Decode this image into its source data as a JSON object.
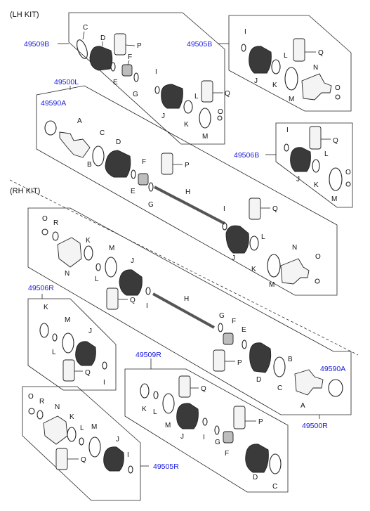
{
  "kits": {
    "lh": "(LH KIT)",
    "rh": "(RH KIT)"
  },
  "part_numbers": {
    "lh_49509B": "49509B",
    "lh_49505B": "49505B",
    "lh_49500L": "49500L",
    "lh_49590A": "49590A",
    "lh_49506B": "49506B",
    "rh_49506R": "49506R",
    "rh_49509R": "49509R",
    "rh_49590A": "49590A",
    "rh_49500R": "49500R",
    "rh_49505R": "49505R"
  },
  "letters": [
    "A",
    "B",
    "C",
    "D",
    "E",
    "F",
    "G",
    "H",
    "I",
    "J",
    "K",
    "L",
    "M",
    "N",
    "O",
    "P",
    "Q",
    "R"
  ]
}
